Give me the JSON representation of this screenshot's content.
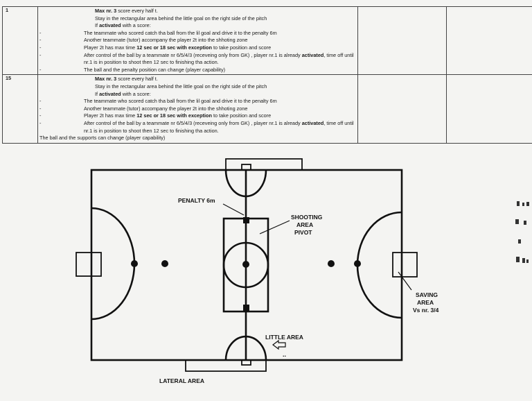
{
  "table": {
    "rows": [
      {
        "number": "1",
        "lines": [
          {
            "text": "Max nr. 3 score every half t.",
            "style": "ind1",
            "bold_prefix": "Max nr. 3"
          },
          {
            "text": "Stay in the rectangular area behind the little goal on the right side of the pitch",
            "style": "ind1"
          },
          {
            "text": "If activated with a score:",
            "style": "ind1",
            "bold_prefix": "activated"
          },
          {
            "text": "The teammate who scored catch tha ball from the lil goal and drive it to the penalty 6m",
            "style": "ind2"
          },
          {
            "text": "Another teammate (tutor) accompany the player 2t into the shhoting zone",
            "style": "ind2"
          },
          {
            "text": "Player 2t has max time 12 sec or 18 sec with exception to take position and score",
            "style": "ind2"
          },
          {
            "text": "After control of the ball by a teammate nr 6/5/4/3 (receveing only from GK) , player nr.1 is already activated, time off until",
            "style": "ind2"
          },
          {
            "text": "nr.1 is in position to shoot then 12 sec to finishing tha action.",
            "style": "ind2b"
          },
          {
            "text": "The ball and the penalty position can change (player capability)",
            "style": "ind2"
          }
        ]
      },
      {
        "number": "15",
        "lines": [
          {
            "text": "Max nr. 3 score every half t.",
            "style": "ind1",
            "bold_prefix": "Max nr. 3"
          },
          {
            "text": "Stay in the rectangular area behind the little goal on the right side of the pitch",
            "style": "ind1"
          },
          {
            "text": "If activated with a score:",
            "style": "ind1"
          },
          {
            "text": "The teammate who scored catch tha ball from the lil goal and drive it to the penalty 6m",
            "style": "ind2"
          },
          {
            "text": "Another teammate (tutor) accompany the player 2t into the shhoting zone",
            "style": "ind2"
          },
          {
            "text": "Player 2t has max time 12 sec or 18 sec with exception to take position and score",
            "style": "ind2"
          },
          {
            "text": "After control of the ball by a teammate nr 6/5/4/3 (receveing only from GK) , player nr.1 is already activated, time off until",
            "style": "ind2"
          },
          {
            "text": "nr.1 is in position to shoot then 12 sec to finishing tha action.",
            "style": "ind2b"
          },
          {
            "text": "The ball and the supports can change (player capability)",
            "style": "ind0"
          }
        ]
      }
    ]
  },
  "diagram": {
    "labels": {
      "penalty": "PENALTY 6m",
      "shooting_area_1": "SHOOTING",
      "shooting_area_2": "AREA",
      "shooting_area_3": "PIVOT",
      "saving_1": "SAVING",
      "saving_2": "AREA",
      "saving_3": "Vs nr. 3/4",
      "little_area": "LITTLE AREA",
      "lateral_area": "LATERAL AREA"
    }
  },
  "colors": {
    "ink": "#111111",
    "paper": "#f4f4f2"
  }
}
